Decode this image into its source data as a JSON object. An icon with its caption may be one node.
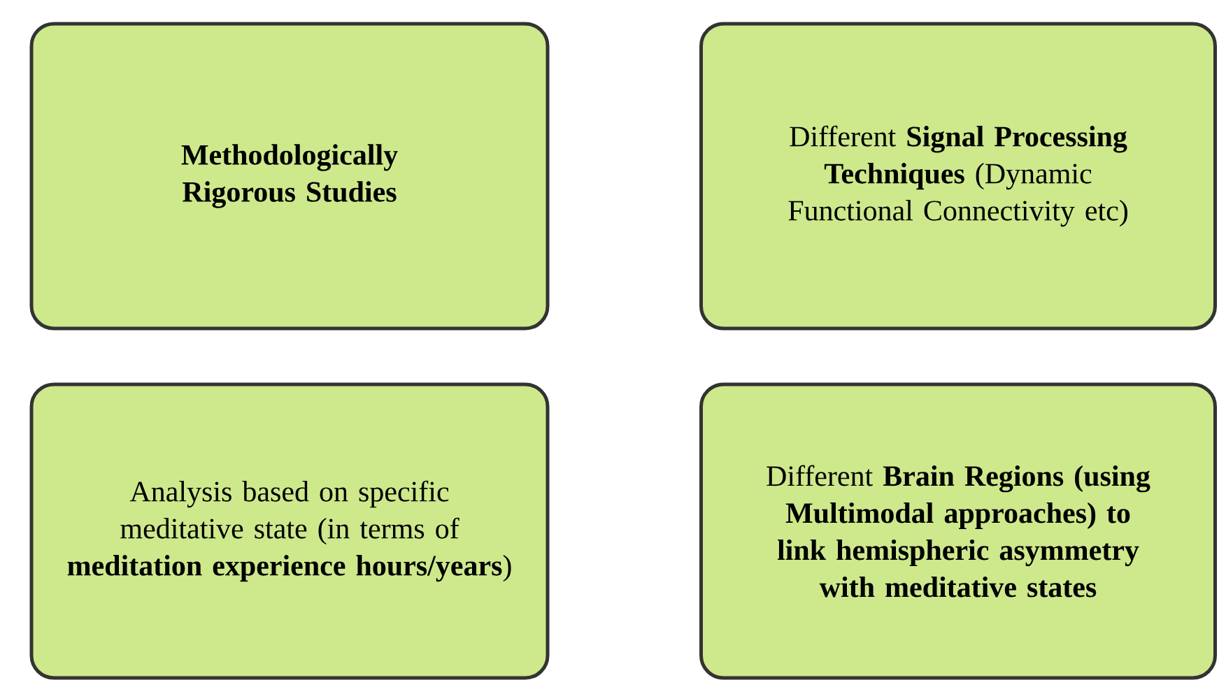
{
  "diagram": {
    "nodes": [
      {
        "text": [
          "Methodologically Rigorous Studies"
        ]
      },
      {
        "text": [
          "Different **Signal Processing Techniques** (Dynamic Functional Connectivity etc)"
        ]
      },
      {
        "text": [
          "Analysis based on specific meditative state (in terms of **meditation experience hours/years**)"
        ]
      },
      {
        "text": [
          "Different **Brain Regions (using Multimodal approaches) to link hemispheric asymmetry with meditative states**"
        ]
      }
    ]
  }
}
